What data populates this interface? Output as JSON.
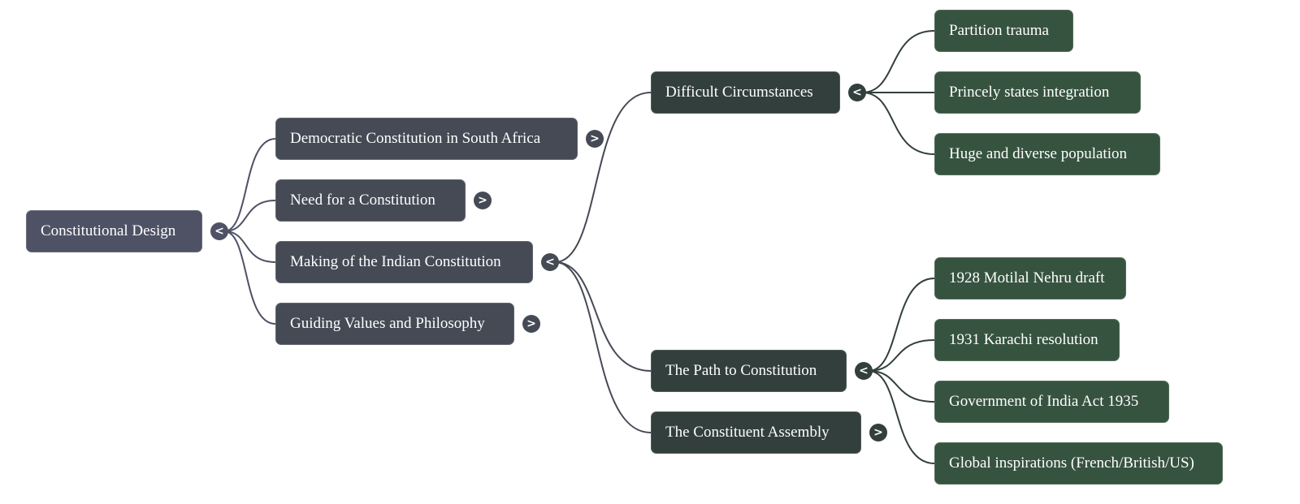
{
  "colors": {
    "root": "#4f5165",
    "level1": "#454a55",
    "level2": "#323f3c",
    "level3": "#36533f",
    "link_root": "#4f5165",
    "link_level1": "#454a55",
    "link_level2": "#323f3c"
  },
  "toggle_glyphs": {
    "expanded": "<",
    "collapsed": ">"
  },
  "mindmap": {
    "root": {
      "id": "root",
      "label": "Constitutional Design",
      "state": "expanded"
    },
    "nodes": [
      {
        "id": "n1",
        "parent": "root",
        "level": 1,
        "label": "Democratic Constitution in South Africa",
        "state": "collapsed"
      },
      {
        "id": "n2",
        "parent": "root",
        "level": 1,
        "label": "Need for a Constitution",
        "state": "collapsed"
      },
      {
        "id": "n3",
        "parent": "root",
        "level": 1,
        "label": "Making of the Indian Constitution",
        "state": "expanded"
      },
      {
        "id": "n4",
        "parent": "root",
        "level": 1,
        "label": "Guiding Values and Philosophy",
        "state": "collapsed"
      },
      {
        "id": "n31",
        "parent": "n3",
        "level": 2,
        "label": "Difficult Circumstances",
        "state": "expanded"
      },
      {
        "id": "n32",
        "parent": "n3",
        "level": 2,
        "label": "The Path to Constitution",
        "state": "expanded"
      },
      {
        "id": "n33",
        "parent": "n3",
        "level": 2,
        "label": "The Constituent Assembly",
        "state": "collapsed"
      },
      {
        "id": "n311",
        "parent": "n31",
        "level": 3,
        "label": "Partition trauma"
      },
      {
        "id": "n312",
        "parent": "n31",
        "level": 3,
        "label": "Princely states integration"
      },
      {
        "id": "n313",
        "parent": "n31",
        "level": 3,
        "label": "Huge and diverse population"
      },
      {
        "id": "n321",
        "parent": "n32",
        "level": 3,
        "label": "1928 Motilal Nehru draft"
      },
      {
        "id": "n322",
        "parent": "n32",
        "level": 3,
        "label": "1931 Karachi resolution"
      },
      {
        "id": "n323",
        "parent": "n32",
        "level": 3,
        "label": "Government of India Act 1935"
      },
      {
        "id": "n324",
        "parent": "n32",
        "level": 3,
        "label": "Global inspirations (French/British/US)"
      }
    ]
  }
}
